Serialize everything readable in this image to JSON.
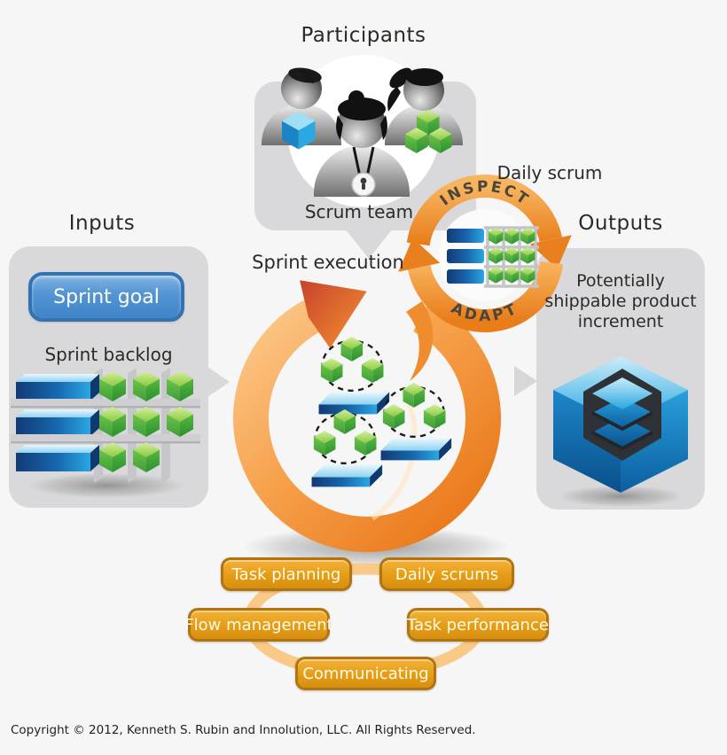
{
  "diagram": {
    "participants": {
      "heading": "Participants",
      "caption": "Scrum team",
      "members": [
        "person-with-blue-cube",
        "scrum-master-with-badge",
        "person-with-green-cubes"
      ]
    },
    "daily_scrum": {
      "label": "Daily scrum",
      "inspect": "INSPECT",
      "adapt": "ADAPT"
    },
    "daily_scrum_board": {
      "rows": 3,
      "cols": 3
    },
    "inputs": {
      "heading": "Inputs",
      "sprint_goal": "Sprint goal",
      "sprint_backlog_label": "Sprint backlog",
      "sprint_backlog_rows": [
        3,
        3,
        2
      ]
    },
    "sprint_execution": {
      "label": "Sprint execution",
      "clusters": 3
    },
    "outputs": {
      "heading": "Outputs",
      "description_lines": [
        "Potentially",
        "shippable product",
        "increment"
      ]
    },
    "activities": [
      "Task planning",
      "Daily scrums",
      "Flow management",
      "Task performance",
      "Communicating"
    ]
  },
  "footer": {
    "copyright": "Copyright © 2012, Kenneth S. Rubin and Innolution, LLC. All Rights Reserved."
  },
  "colors": {
    "background": "#F6F6F6",
    "gray_box": "#D9D9DB",
    "orange_ring": "#F0861F",
    "orange_ellipse": "#F9C987",
    "pill_fill": "#E59D17",
    "pill_border": "#B17410",
    "sprint_goal_blue": "#4E90D0",
    "green_cube": "#52B53A",
    "blue_bar": "#1565AD",
    "product_cube_blue": "#1398DC",
    "text": "#2C2A27"
  }
}
